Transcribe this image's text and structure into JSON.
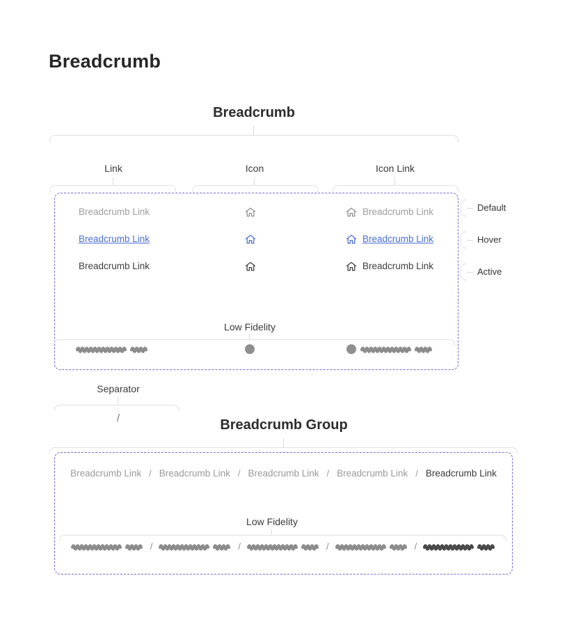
{
  "page": {
    "title": "Breadcrumb"
  },
  "colors": {
    "accent_dashed_border": "#7665DB",
    "bracket_gray": "#E1E1E1",
    "link_default": "#9E9E9E",
    "link_hover": "#4A6FD4",
    "link_active": "#3C3C3C",
    "low_fidelity_gray": "#8C8C8C",
    "low_fidelity_dark": "#4A4A4A"
  },
  "icons": {
    "home": "home-icon"
  },
  "s1": {
    "title": "Breadcrumb",
    "columns": [
      {
        "label": "Link"
      },
      {
        "label": "Icon"
      },
      {
        "label": "Icon Link"
      }
    ],
    "states": [
      {
        "label": "Default"
      },
      {
        "label": "Hover"
      },
      {
        "label": "Active"
      }
    ],
    "link_text": "Breadcrumb Link",
    "low_fidelity_label": "Low Fidelity"
  },
  "separator": {
    "label": "Separator",
    "char": "/"
  },
  "group": {
    "title": "Breadcrumb Group",
    "separator": "/",
    "items": [
      "Breadcrumb Link",
      "Breadcrumb Link",
      "Breadcrumb Link",
      "Breadcrumb Link",
      "Breadcrumb Link"
    ],
    "low_fidelity_label": "Low Fidelity"
  }
}
